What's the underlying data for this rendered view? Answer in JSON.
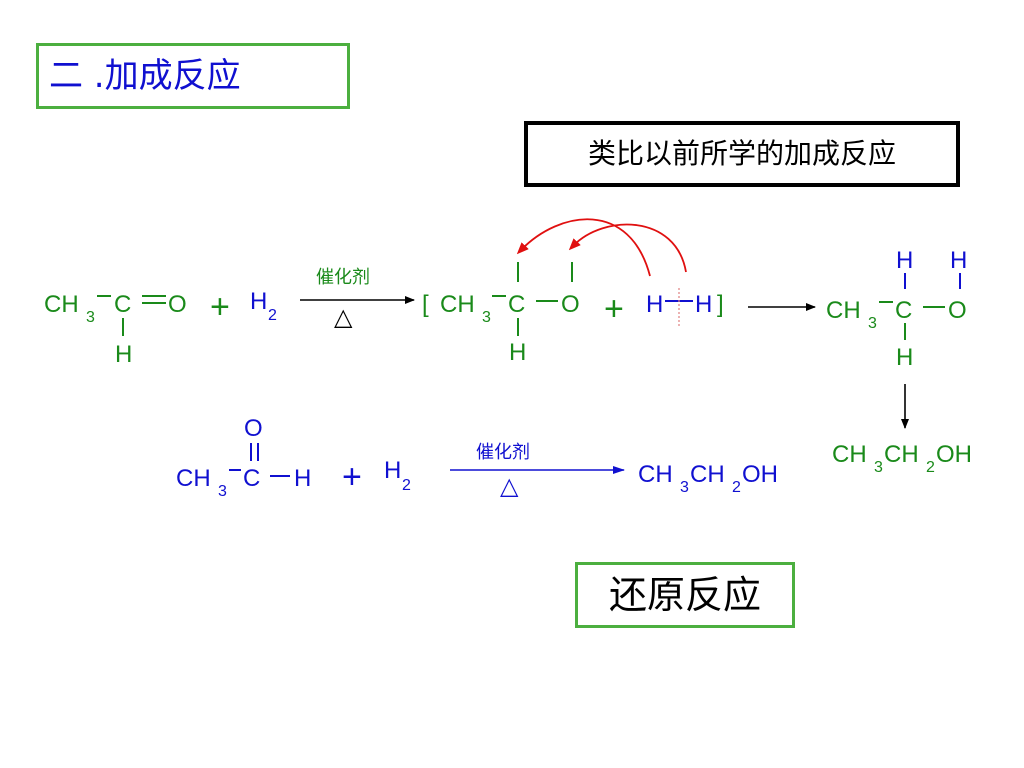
{
  "slide": {
    "title": "二 .加成反应",
    "analogy_label": "类比以前所学的加成反应",
    "reduction_label": "还原反应"
  },
  "reaction1": {
    "ch": "CH",
    "sub3": "3",
    "c": "C",
    "o": "O",
    "h": "H",
    "plus": "+",
    "h2_h": "H",
    "h2_sub": "2",
    "catalyst": "催化剂",
    "heat": "△",
    "bracket_open": "[",
    "bracket_close": "]"
  },
  "reaction2": {
    "o": "O",
    "ch": "CH",
    "sub3": "3",
    "c": "C",
    "h": "H",
    "plus": "+",
    "h2_h": "H",
    "h2_sub": "2",
    "catalyst": "催化剂",
    "heat": "△",
    "product_ch": "CH",
    "product_sub3": "3",
    "product_ch2": "CH",
    "product_sub2": "2",
    "product_oh": "OH"
  },
  "ethanol_below": {
    "ch": "CH",
    "sub3": "3",
    "ch2": "CH",
    "sub2": "2",
    "oh": "OH"
  },
  "colors": {
    "green_text": "#1a8a1a",
    "blue_text": "#1010d0",
    "green_border": "#4caf3f",
    "red_arrow": "#e01010",
    "pink_dash": "#e08080"
  }
}
